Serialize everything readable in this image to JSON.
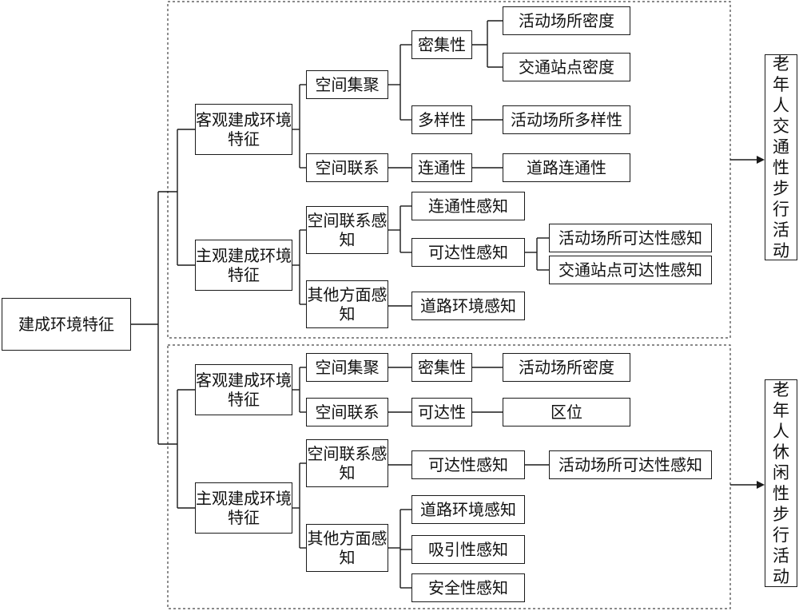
{
  "root": "建成环境特征",
  "groups": [
    {
      "outcome": "老年人交通性步行活动",
      "objective": {
        "label": "客观建成环境特征",
        "children": [
          {
            "label": "空间集聚",
            "attrs": [
              {
                "label": "密集性",
                "measures": [
                  "活动场所密度",
                  "交通站点密度"
                ]
              },
              {
                "label": "多样性",
                "measures": [
                  "活动场所多样性"
                ]
              }
            ]
          },
          {
            "label": "空间联系",
            "attrs": [
              {
                "label": "连通性",
                "measures": [
                  "道路连通性"
                ]
              }
            ]
          }
        ]
      },
      "subjective": {
        "label": "主观建成环境特征",
        "children": [
          {
            "label": "空间联系感知",
            "attrs": [
              {
                "label": "连通性感知",
                "measures": []
              },
              {
                "label": "可达性感知",
                "measures": [
                  "活动场所可达性感知",
                  "交通站点可达性感知"
                ]
              }
            ]
          },
          {
            "label": "其他方面感知",
            "attrs": [
              {
                "label": "道路环境感知",
                "measures": []
              }
            ]
          }
        ]
      }
    },
    {
      "outcome": "老年人休闲性步行活动",
      "objective": {
        "label": "客观建成环境特征",
        "children": [
          {
            "label": "空间集聚",
            "attrs": [
              {
                "label": "密集性",
                "measures": [
                  "活动场所密度"
                ]
              }
            ]
          },
          {
            "label": "空间联系",
            "attrs": [
              {
                "label": "可达性",
                "measures": [
                  "区位"
                ]
              }
            ]
          }
        ]
      },
      "subjective": {
        "label": "主观建成环境特征",
        "children": [
          {
            "label": "空间联系感知",
            "attrs": [
              {
                "label": "可达性感知",
                "measures": [
                  "活动场所可达性感知"
                ]
              }
            ]
          },
          {
            "label": "其他方面感知",
            "attrs": [
              {
                "label": "道路环境感知",
                "measures": []
              },
              {
                "label": "吸引性感知",
                "measures": []
              },
              {
                "label": "安全性感知",
                "measures": []
              }
            ]
          }
        ]
      }
    }
  ],
  "colors": {
    "line": "#1a1a1a",
    "dashed_border": "#444444",
    "box_fill": "#ffffff"
  }
}
